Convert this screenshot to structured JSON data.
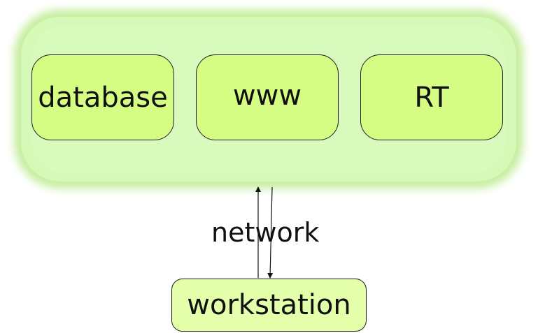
{
  "diagram": {
    "servers": [
      {
        "id": "database",
        "label": "database"
      },
      {
        "id": "www",
        "label": "www"
      },
      {
        "id": "rt",
        "label": "RT"
      }
    ],
    "connection_label": "network",
    "client": {
      "label": "workstation"
    },
    "colors": {
      "cluster_glow": "#d6f9b8",
      "server_fill": "#d6fd83",
      "client_fill": "#e3ffaa",
      "stroke": "#1e1e1e",
      "text": "#111111"
    }
  }
}
